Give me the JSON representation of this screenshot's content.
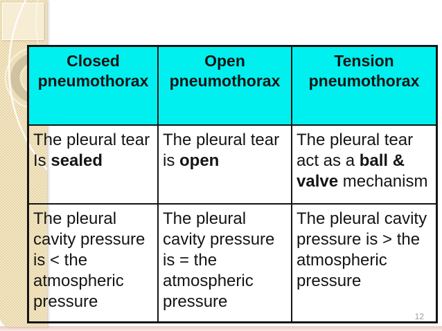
{
  "slide": {
    "page_number": "12",
    "colors": {
      "header_bg": "#00f0f0",
      "strip_light": "#f2e7c7",
      "strip_dark": "#e9d6aa",
      "bottom_bar": "#f3d2cb",
      "table_border": "#141414"
    },
    "table": {
      "headers": [
        "Closed pneumothorax",
        "Open pneumothorax",
        "Tension pneumothorax"
      ],
      "rows": [
        [
          [
            {
              "text": "The pleural tear Is ",
              "bold": false
            },
            {
              "text": "sealed",
              "bold": true
            }
          ],
          [
            {
              "text": "The pleural tear is ",
              "bold": false
            },
            {
              "text": "open",
              "bold": true
            }
          ],
          [
            {
              "text": "The pleural tear act as a ",
              "bold": false
            },
            {
              "text": "ball & valve",
              "bold": true
            },
            {
              "text": " mechanism",
              "bold": false
            }
          ]
        ],
        [
          [
            {
              "text": "The pleural cavity pressure is < the atmospheric pressure",
              "bold": false
            }
          ],
          [
            {
              "text": "The pleural cavity pressure is = the atmospheric pressure",
              "bold": false
            }
          ],
          [
            {
              "text": "The pleural cavity pressure is > the atmospheric pressure",
              "bold": false
            }
          ]
        ]
      ]
    }
  }
}
